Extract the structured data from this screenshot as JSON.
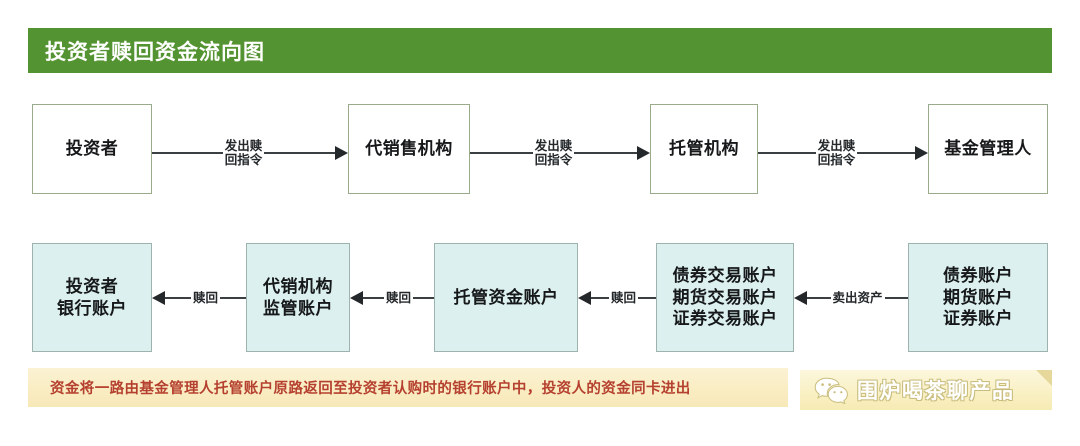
{
  "banner": {
    "title": "投资者赎回资金流向图",
    "color": "#549331"
  },
  "flow_row1": {
    "nodes": [
      {
        "label": "投资者"
      },
      {
        "label": "代销售机构"
      },
      {
        "label": "托管机构"
      },
      {
        "label": "基金管理人"
      }
    ],
    "connectors": [
      {
        "label": "发出赎\n回指令",
        "direction": "right"
      },
      {
        "label": "发出赎\n回指令",
        "direction": "right"
      },
      {
        "label": "发出赎\n回指令",
        "direction": "right"
      }
    ]
  },
  "flow_row2": {
    "nodes": [
      {
        "label": "投资者\n银行账户"
      },
      {
        "label": "代销机构\n监管账户"
      },
      {
        "label": "托管资金账户"
      },
      {
        "label": "债券交易账户\n期货交易账户\n证券交易账户"
      },
      {
        "label": "债券账户\n期货账户\n证券账户"
      }
    ],
    "connectors": [
      {
        "label": "赎回",
        "direction": "left"
      },
      {
        "label": "赎回",
        "direction": "left"
      },
      {
        "label": "赎回",
        "direction": "left"
      },
      {
        "label": "卖出资产",
        "direction": "left"
      }
    ]
  },
  "note": {
    "text": "资金将一路由基金管理人托管账户原路返回至投资者认购时的银行账户中，投资人的资金同卡进出",
    "text_color": "#b5402f"
  },
  "badge": {
    "account_name": "围炉喝茶聊产品",
    "icon": "wechat-icon"
  }
}
